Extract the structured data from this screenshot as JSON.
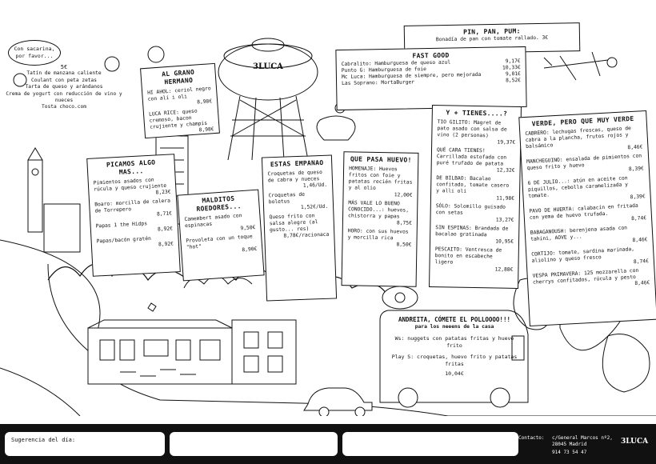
{
  "bubble": "Con sacarina, por favor...",
  "desserts": {
    "price": "5€",
    "items": [
      "Tatín de manzana caliente",
      "Coulant con peta zetas",
      "Tarta de queso y arándanos",
      "Crema de yogurt con reducción de vino y nueces",
      "Tosta choco.com"
    ]
  },
  "al_grano": {
    "title": "AL GRANO HERMANO",
    "items": [
      {
        "name": "HI AHOL: ceriol negro con ali i oli",
        "price": "8,98€"
      },
      {
        "name": "LUCA RICE: queso cremoso, bacon crujiente y champis",
        "price": "8,98€"
      }
    ]
  },
  "logo": "3LUCA",
  "pin_pan": {
    "title": "PIN, PAN, PUM:",
    "line": "Bonadía de pan con tomate rallado. 3€"
  },
  "fast_good": {
    "title": "FAST GOOD",
    "items": [
      {
        "name": "Cabralito: Hamburguesa de queso azul",
        "price": "9,17€"
      },
      {
        "name": "Punto G: Hamburguesa de foie",
        "price": "10,33€"
      },
      {
        "name": "Mc Luca: Hamburguesa de siempre, pero mejorada",
        "price": "9,01€"
      },
      {
        "name": "Las Soprano: MortaBurger",
        "price": "8,52€"
      }
    ]
  },
  "mas_tienes": {
    "title": "Y + TIENES....?",
    "items": [
      {
        "name": "TIO GILITO: Magret de pato asado con salsa de vino (2 personas)",
        "price": "19,37€"
      },
      {
        "name": "QUÉ CARA TIENES! Carrillada estofada con puré trufado de patata",
        "price": "12,32€"
      },
      {
        "name": "DE BILBAO: Bacalao confitado, tomate casero y alli oli",
        "price": "11,98€"
      },
      {
        "name": "SÓLO: Solomillo guisado con setas",
        "price": "13,27€"
      },
      {
        "name": "SIN ESPINAS: Brandada de bacalao gratinada",
        "price": "10,95€"
      },
      {
        "name": "PESCAITO: Ventresca de bonito en escabeche ligero",
        "price": "12,88€"
      }
    ]
  },
  "verde": {
    "title": "VERDE, PERO QUE MUY VERDE",
    "items": [
      {
        "name": "CABRERO: lechugas frescas, queso de cabra a la plancha, frutos rojos y balsámico",
        "price": "8,46€"
      },
      {
        "name": "MANCHEGUINO: ensalada de pimientos con queso frito y huevo",
        "price": "8,39€"
      },
      {
        "name": "6 DE JULIO...: atún en aceite con piquillos, cebolla caramelizada y tomate.",
        "price": "8,39€"
      },
      {
        "name": "PAVO DE HUERTA: calabacín en fritada con yema de huevo trufada.",
        "price": "8,74€"
      },
      {
        "name": "BABAGANOUSH: berenjena asada con tahini, AOVE y...",
        "price": "8,46€"
      },
      {
        "name": "CORTIJO: tomate, sardina marinada, aliolino y queso fresco",
        "price": "8,74€"
      },
      {
        "name": "VESPA PRIMAVERA: 125 mozzarella con cherrys confitados, rúcula y pesto",
        "price": "8,46€"
      }
    ]
  },
  "picamos": {
    "title": "PICAMOS ALGO MAS...",
    "items": [
      {
        "name": "Pimientos asados con rúcula y queso crujiente",
        "price": "8,23€"
      },
      {
        "name": "Boaro: morcilla de calera de Torrepero",
        "price": "8,71€"
      },
      {
        "name": "Papas 1 the Hidps",
        "price": "8,92€"
      },
      {
        "name": "Papas/bacón gratén",
        "price": "8,92€"
      }
    ]
  },
  "malditos": {
    "title": "MALDITOS ROEDORES...",
    "items": [
      {
        "name": "Camembert asado con espinacas",
        "price": "9,50€"
      },
      {
        "name": "Provoleta con un toque \"hot\"",
        "price": "8,90€"
      }
    ]
  },
  "empanao": {
    "title": "ESTAS EMPANAO",
    "items": [
      {
        "name": "Croquetas de queso de cabra y nueces",
        "price": "1,46/Ud."
      },
      {
        "name": "Croquetas de boletus",
        "price": "1,52€/Ud."
      },
      {
        "name": "Queso frito con salsa alegre (al gusto... res)",
        "price": "8,78€/racionaca"
      }
    ]
  },
  "huevo": {
    "title": "QUE PASA HUEVO!",
    "items": [
      {
        "name": "HOMENAJE: Huevos fritos con foie y patatas recién fritas y al olio",
        "price": "12,00€"
      },
      {
        "name": "MÁS VALE LO BUENO CONOCIDO...: huevos, chistorra y papas",
        "price": "8,75€"
      },
      {
        "name": "HORO: con sus huevos y morcilla rica",
        "price": "8,50€"
      }
    ]
  },
  "kids": {
    "title": "ANDREITA, CÓMETE EL POLLOOOO!!!",
    "subtitle": "para los neeens de la casa",
    "items": [
      "Ws: nuggets con patatas fritas y huevo frito",
      "Play S: croquetas, huevo frito y patatas fritas"
    ],
    "price": "10,04€"
  },
  "footer": {
    "suggestion": "Sugerencia del día:",
    "contact_label": "Contacto:",
    "address": "c/General Marcos nº2, 28045 Madrid",
    "phone": "914 73 54 47",
    "logo": "3LUCA"
  }
}
